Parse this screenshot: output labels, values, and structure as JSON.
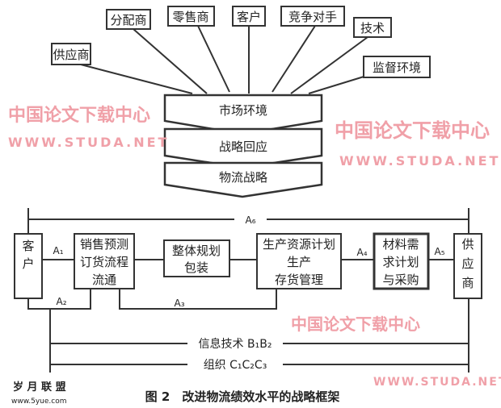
{
  "watermark": {
    "cn": "中国论文下载中心",
    "url": "WWW.STUDA.NET"
  },
  "environment_factors": [
    "供应商",
    "分配商",
    "零售商",
    "客户",
    "竞争对手",
    "技术",
    "监督环境"
  ],
  "chevrons": [
    "市场环境",
    "战略回应",
    "物流战略"
  ],
  "flow": {
    "customer": [
      "客",
      "户"
    ],
    "sales": [
      "销售预测",
      "订货流程",
      "流通"
    ],
    "planning": [
      "整体规划",
      "包装"
    ],
    "production": [
      "生产资源计划",
      "生产",
      "存货管理"
    ],
    "material": [
      "材料需",
      "求计划",
      "与采购"
    ],
    "supplier": [
      "供",
      "应",
      "商"
    ]
  },
  "labels": {
    "a1": "A₁",
    "a2": "A₂",
    "a3": "A₃",
    "a4": "A₄",
    "a5": "A₅",
    "a6": "A₆",
    "info": "信息技术 B₁B₂",
    "org": "组织 C₁C₂C₃"
  },
  "caption": "图 2　改进物流绩效水平的战略框架",
  "logo": {
    "name": "岁 月 联 盟",
    "url": "www.5yue.com"
  }
}
